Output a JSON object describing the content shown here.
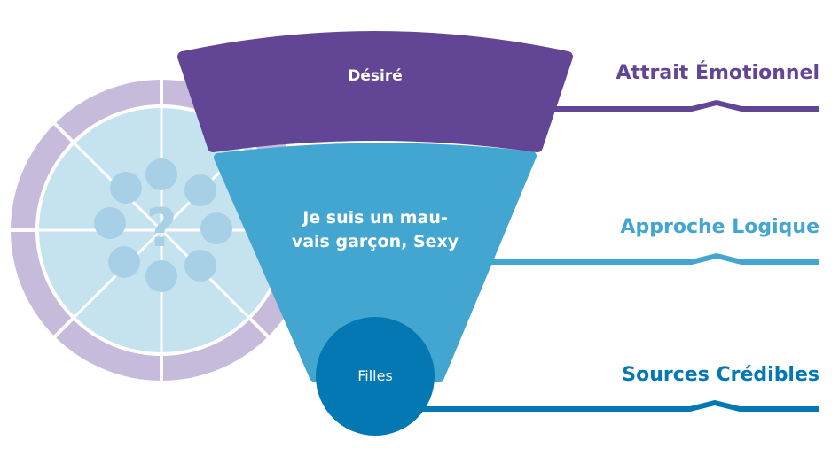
{
  "tiers": [
    {
      "label": "Désiré",
      "color": "#634596"
    },
    {
      "label": "Je suis un mau-\nvais garçon, Sexy",
      "color": "#42a6d0"
    },
    {
      "label": "Filles",
      "color": "#0378b3"
    }
  ],
  "side_labels": [
    {
      "label": "Attrait Émotionnel",
      "color": "#634596"
    },
    {
      "label": "Approche Logique",
      "color": "#42a6d0"
    },
    {
      "label": "Sources Crédibles",
      "color": "#0378b3"
    }
  ],
  "wheel": {
    "ring_color": "#c7bbdb",
    "inner_color": "#c4e3ef",
    "dot_color": "#a7d0e6",
    "question_mark": "?"
  }
}
